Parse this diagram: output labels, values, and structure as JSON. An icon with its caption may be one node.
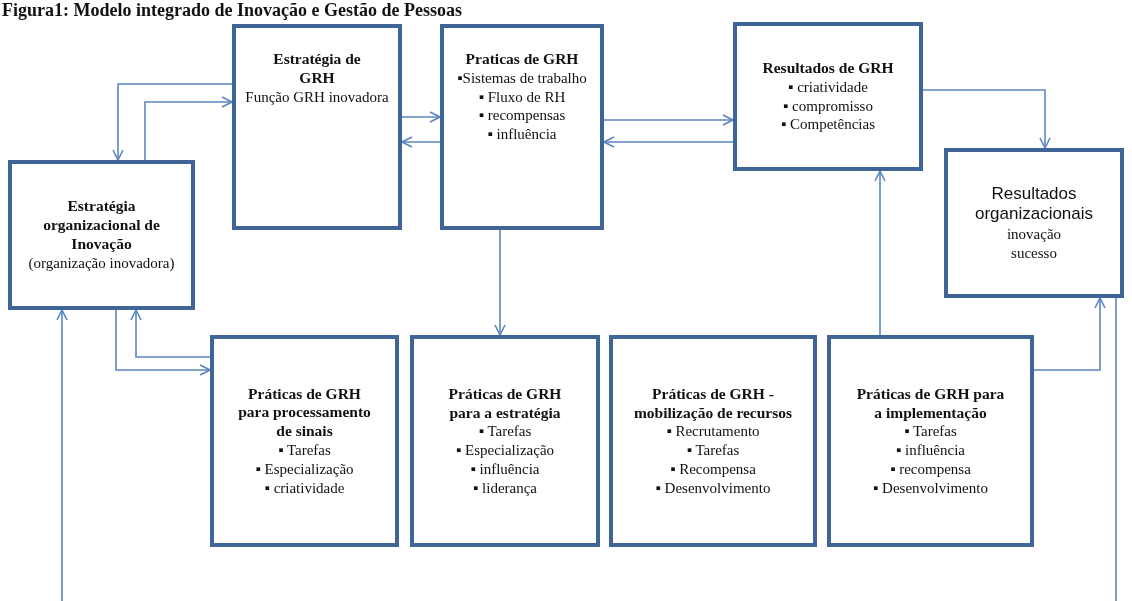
{
  "diagram": {
    "title": "Figura1: Modelo integrado de Inovação e Gestão de Pessoas",
    "nodes": [
      {
        "text": [
          "Estratégia organizacional de Inovação",
          "(organização inovadora)"
        ]
      },
      {
        "text": [
          "Estratégia de GRH",
          "Função GRH inovadora"
        ]
      },
      {
        "text": [
          "Praticas de GRH",
          "▪Sistemas de trabalho",
          "▪ Fluxo de RH",
          "▪ recompensas",
          "▪ influência"
        ]
      },
      {
        "text": [
          "Resultados de GRH",
          "▪ criatividade",
          "▪ compromisso",
          "▪ Competências"
        ]
      },
      {
        "text": [
          "Resultados organizacionais",
          "inovação",
          "sucesso"
        ]
      },
      {
        "text": [
          "Práticas de GRH para processamento de sinais",
          "▪ Tarefas",
          "▪ Especialização",
          "▪ criatividade"
        ]
      },
      {
        "text": [
          "Práticas de GRH para a estratégia",
          "▪ Tarefas",
          "▪ Especialização",
          "▪ influência",
          "▪ liderança"
        ]
      },
      {
        "text": [
          "Práticas de GRH - mobilização de recursos",
          "▪ Recrutamento",
          "▪ Tarefas",
          "▪ Recompensa",
          "▪ Desenvolvimento"
        ]
      },
      {
        "text": [
          "Práticas de GRH para a implementação",
          "▪ Tarefas",
          "▪ influência",
          "▪ recompensa",
          "▪ Desenvolvimento"
        ]
      }
    ],
    "edges": [
      {
        "from": 1,
        "to": 0,
        "arrow": "to"
      },
      {
        "from": 0,
        "to": 1,
        "arrow": "to"
      },
      {
        "from": 1,
        "to": 2,
        "arrow": "to"
      },
      {
        "from": 2,
        "to": 1,
        "arrow": "to"
      },
      {
        "from": 2,
        "to": 3,
        "arrow": "to"
      },
      {
        "from": 3,
        "to": 2,
        "arrow": "to"
      },
      {
        "from": 3,
        "to": 4,
        "arrow": "to"
      },
      {
        "from": 2,
        "to": 6,
        "arrow": "to"
      },
      {
        "from": 0,
        "to": 5,
        "arrow": "to"
      },
      {
        "from": 5,
        "to": 0,
        "arrow": "to"
      },
      {
        "from": 8,
        "to": 3,
        "arrow": "to"
      },
      {
        "from": 8,
        "to": 4,
        "arrow": "to"
      },
      {
        "from": null,
        "to": 0,
        "arrow": "to"
      },
      {
        "from": 4,
        "to": null,
        "arrow": "none"
      }
    ]
  }
}
